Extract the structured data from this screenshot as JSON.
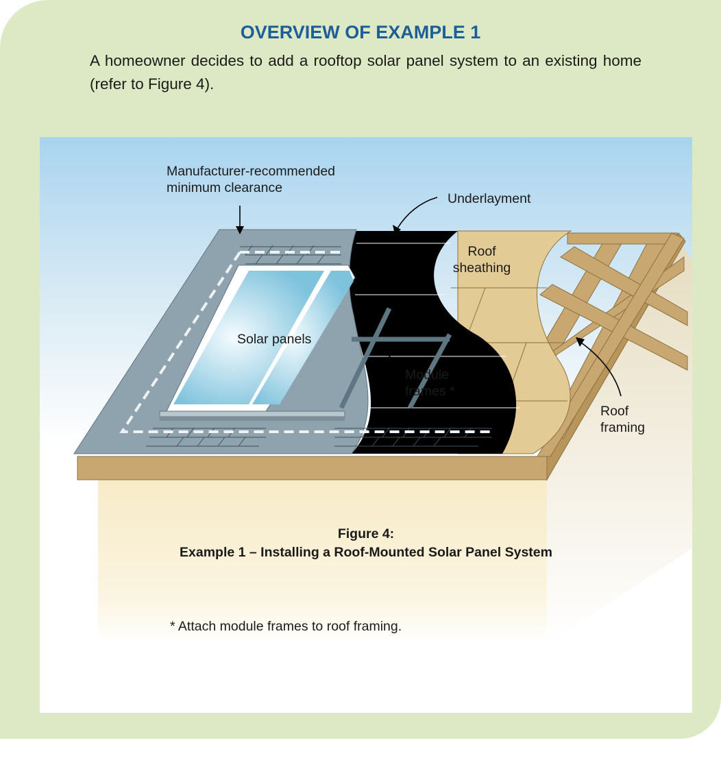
{
  "heading": "OVERVIEW OF EXAMPLE 1",
  "intro": "A homeowner decides to add a rooftop solar panel system to an existing home (refer to Figure 4).",
  "figure": {
    "labels": {
      "clearance": "Manufacturer-recommended minimum clearance",
      "underlayment": "Underlayment",
      "roof_sheathing": "Roof sheathing",
      "solar_panels": "Solar panels",
      "module_frames": "Module frames *",
      "roof_framing": "Roof framing"
    },
    "footnote": "* Attach module frames to roof framing.",
    "caption_line1": "Figure 4:",
    "caption_line2": "Example 1 – Installing a Roof-Mounted Solar Panel System"
  },
  "colors": {
    "panel_background": "#dde9c4",
    "heading": "#1c5e97",
    "sky": "#a9d4ef",
    "shingles": "#8fa3ae",
    "underlayment": "#000000",
    "sheathing": "#e3cb95",
    "framing": "#c8a870",
    "wall": "#f7ebc7"
  }
}
